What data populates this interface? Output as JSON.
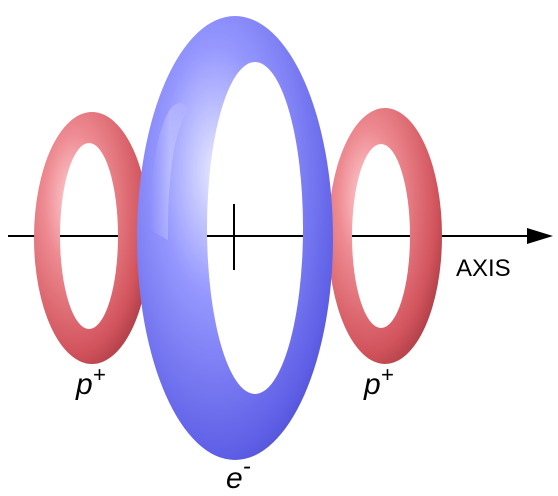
{
  "diagram": {
    "axis_label": "AXIS",
    "left_ring": {
      "symbol": "p",
      "superscript": "+"
    },
    "right_ring": {
      "symbol": "p",
      "superscript": "+"
    },
    "center_ring": {
      "symbol": "e",
      "superscript": "-"
    },
    "colors": {
      "proton_ring": "#e06a72",
      "electron_ring": "#6f72ee",
      "axis_line": "#000000"
    }
  }
}
